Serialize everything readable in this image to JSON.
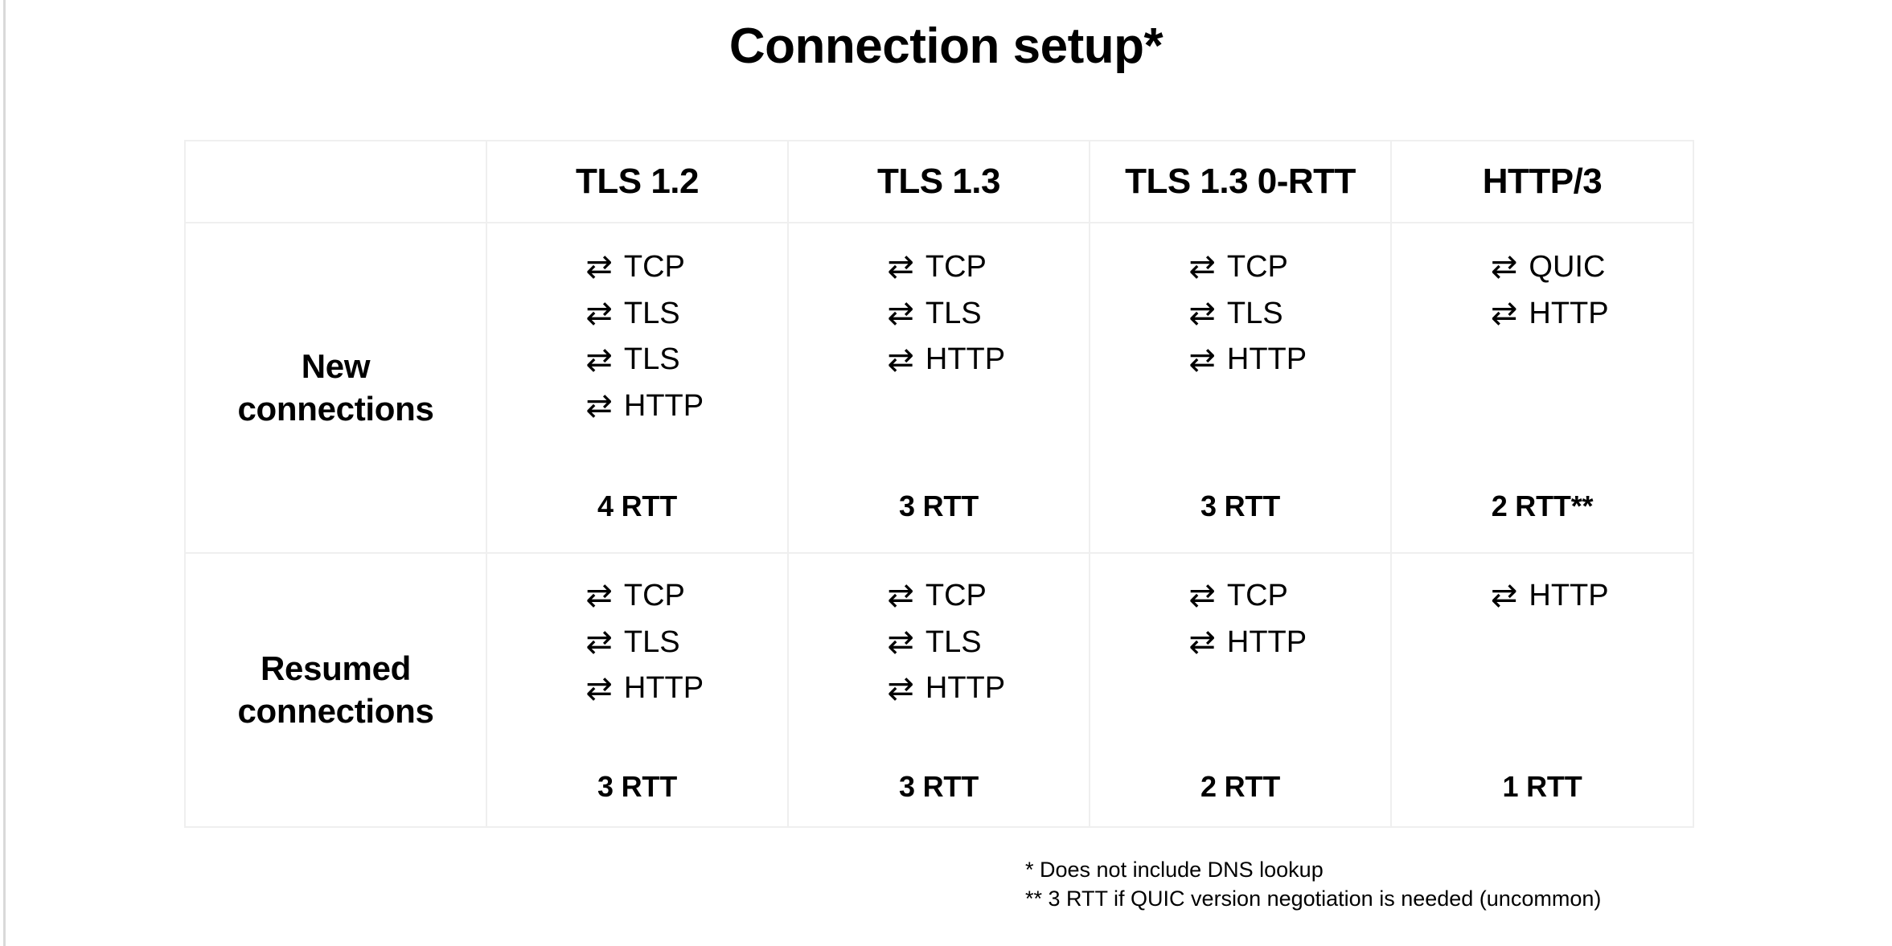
{
  "title": "Connection setup*",
  "icons": {
    "exchange_arrow": "⇄"
  },
  "table": {
    "corner_label": "",
    "column_headers": [
      "TLS 1.2",
      "TLS 1.3",
      "TLS 1.3 0-RTT",
      "HTTP/3"
    ],
    "rows": [
      {
        "label_line1": "New",
        "label_line2": "connections",
        "cells": [
          {
            "steps": [
              "TCP",
              "TLS",
              "TLS",
              "HTTP"
            ],
            "total": "4 RTT"
          },
          {
            "steps": [
              "TCP",
              "TLS",
              "HTTP"
            ],
            "total": "3 RTT"
          },
          {
            "steps": [
              "TCP",
              "TLS",
              "HTTP"
            ],
            "total": "3 RTT"
          },
          {
            "steps": [
              "QUIC",
              "HTTP"
            ],
            "total": "2 RTT**"
          }
        ]
      },
      {
        "label_line1": "Resumed",
        "label_line2": "connections",
        "cells": [
          {
            "steps": [
              "TCP",
              "TLS",
              "HTTP"
            ],
            "total": "3 RTT"
          },
          {
            "steps": [
              "TCP",
              "TLS",
              "HTTP"
            ],
            "total": "3 RTT"
          },
          {
            "steps": [
              "TCP",
              "HTTP"
            ],
            "total": "2 RTT"
          },
          {
            "steps": [
              "HTTP"
            ],
            "total": "1 RTT"
          }
        ]
      }
    ]
  },
  "footnotes": [
    "* Does not include DNS lookup",
    "** 3 RTT if QUIC version negotiation is needed (uncommon)"
  ],
  "colors": {
    "background": "#ffffff",
    "text": "#000000",
    "table_border": "#efefef",
    "slide_edge": "#d9d9d9"
  }
}
